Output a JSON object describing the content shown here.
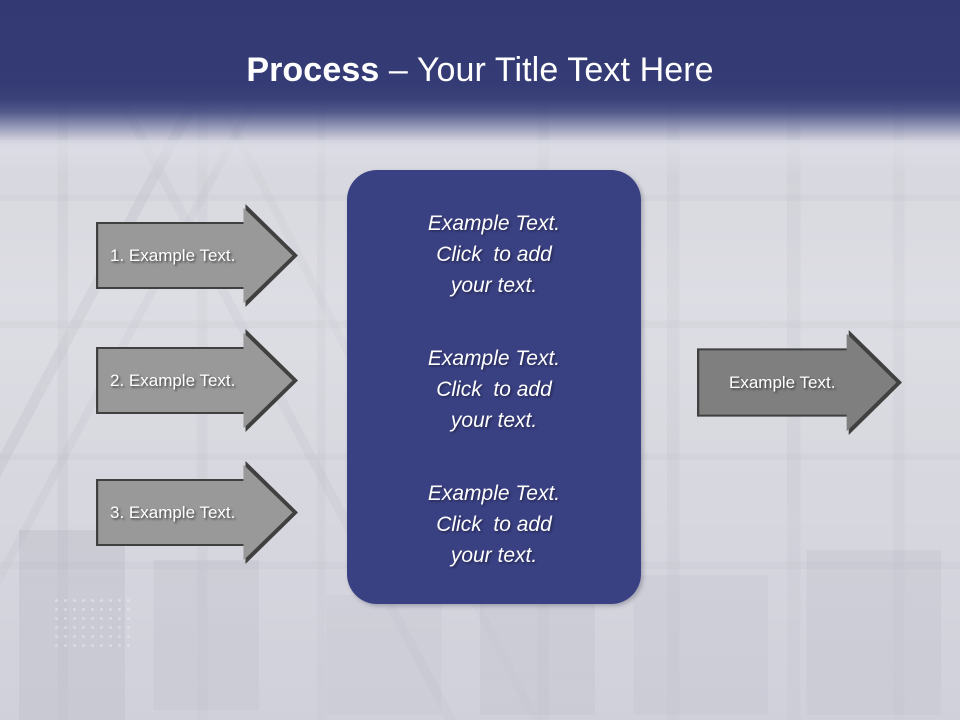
{
  "slide": {
    "title_bold": "Process",
    "title_rest": " – Your Title Text Here",
    "header_color": "#333a73",
    "panel_color": "#3a4183",
    "arrow_color": "#999999",
    "arrow_outcome_color": "#7f7f7f",
    "arrow_border_color": "#404040"
  },
  "steps": [
    {
      "label": "1. Example Text."
    },
    {
      "label": "2. Example Text."
    },
    {
      "label": "3. Example Text."
    }
  ],
  "center_panel": {
    "blocks": [
      {
        "line1": "Example Text.",
        "line2": "Click  to add",
        "line3": "your text."
      },
      {
        "line1": "Example Text.",
        "line2": "Click  to add",
        "line3": "your text."
      },
      {
        "line1": "Example Text.",
        "line2": "Click  to add",
        "line3": "your text."
      }
    ]
  },
  "outcome": {
    "label": "Example Text."
  }
}
